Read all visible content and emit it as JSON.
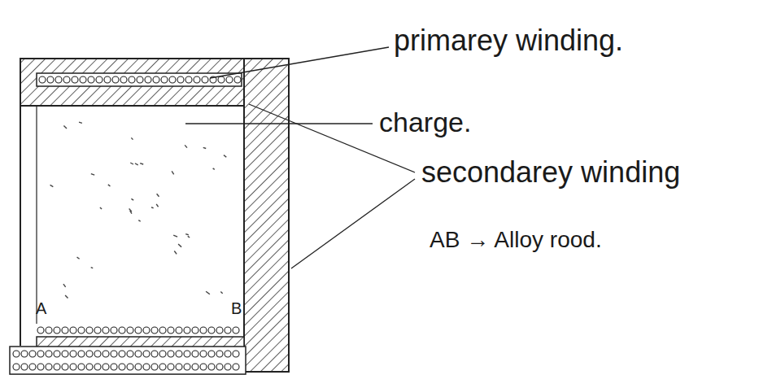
{
  "diagram": {
    "labels": [
      "primarey winding.",
      "charge.",
      "secondarey winding",
      "A",
      "B",
      "AB → Alloy rood."
    ]
  }
}
